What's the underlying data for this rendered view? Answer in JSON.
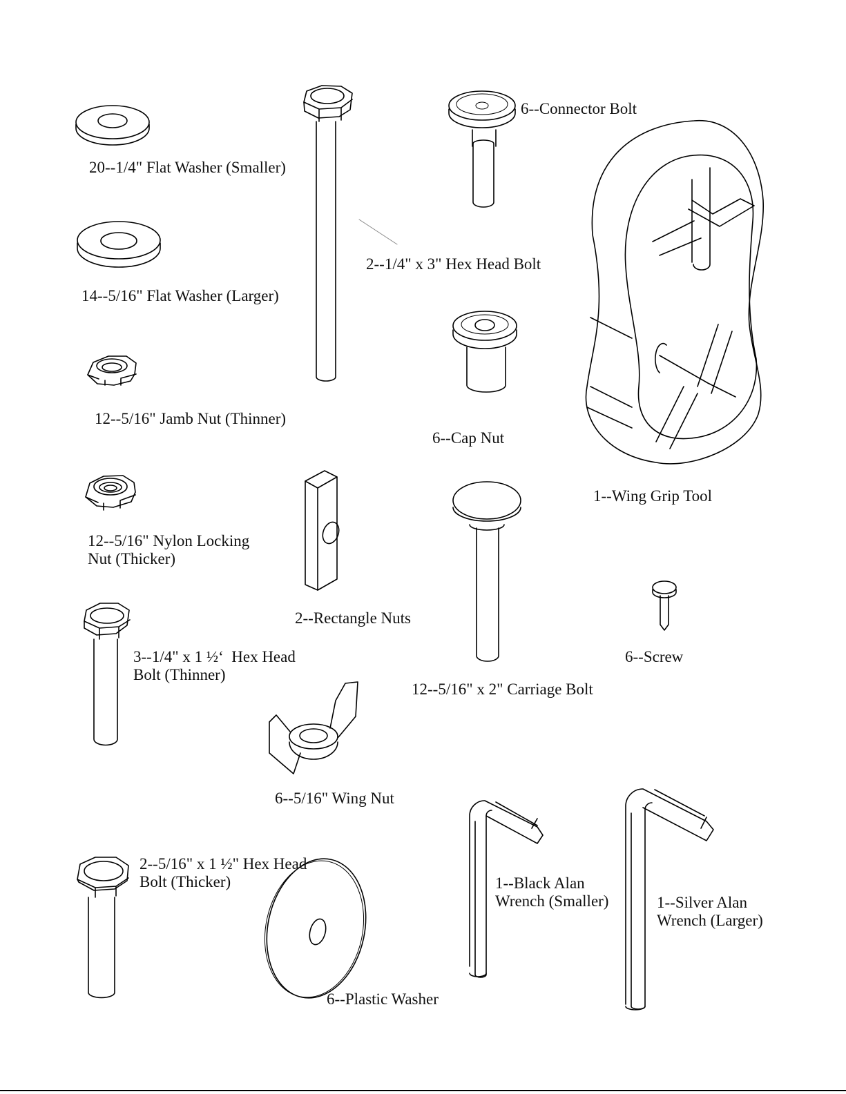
{
  "document": {
    "type": "hardware parts list",
    "parts": [
      {
        "id": "flat-washer-small",
        "qty": "20",
        "label_lines": [
          "20--1/4\" Flat Washer (Smaller)"
        ]
      },
      {
        "id": "flat-washer-large",
        "qty": "14",
        "label_lines": [
          "14--5/16\" Flat Washer (Larger)"
        ]
      },
      {
        "id": "jamb-nut",
        "qty": "12",
        "label_lines": [
          "12--5/16\" Jamb Nut (Thinner)"
        ]
      },
      {
        "id": "nylon-locking-nut",
        "qty": "12",
        "label_lines": [
          "12--5/16\" Nylon Locking",
          "Nut (Thicker)"
        ]
      },
      {
        "id": "hex-bolt-3in",
        "qty": "2",
        "label_lines": [
          "2--1/4\" x 3\" Hex Head Bolt"
        ]
      },
      {
        "id": "connector-bolt",
        "qty": "6",
        "label_lines": [
          "6--Connector Bolt"
        ]
      },
      {
        "id": "cap-nut",
        "qty": "6",
        "label_lines": [
          "6--Cap Nut"
        ]
      },
      {
        "id": "wing-grip-tool",
        "qty": "1",
        "label_lines": [
          "1--Wing Grip Tool"
        ]
      },
      {
        "id": "rectangle-nuts",
        "qty": "2",
        "label_lines": [
          "2--Rectangle Nuts"
        ]
      },
      {
        "id": "carriage-bolt",
        "qty": "12",
        "label_lines": [
          "12--5/16\" x 2\" Carriage Bolt"
        ]
      },
      {
        "id": "screw",
        "qty": "6",
        "label_lines": [
          "6--Screw"
        ]
      },
      {
        "id": "hex-bolt-thin",
        "qty": "3",
        "label_lines": [
          "3--1/4\" x 1 ½‘  Hex Head",
          "Bolt (Thinner)"
        ]
      },
      {
        "id": "wing-nut",
        "qty": "6",
        "label_lines": [
          "6--5/16\" Wing Nut"
        ]
      },
      {
        "id": "hex-bolt-thick",
        "qty": "2",
        "label_lines": [
          "2--5/16\" x 1 ½\" Hex Head",
          "Bolt (Thicker)"
        ]
      },
      {
        "id": "plastic-washer",
        "qty": "6",
        "label_lines": [
          "6--Plastic Washer"
        ]
      },
      {
        "id": "black-alan-wrench",
        "qty": "1",
        "label_lines": [
          "1--Black Alan",
          "Wrench (Smaller)"
        ]
      },
      {
        "id": "silver-alan-wrench",
        "qty": "1",
        "label_lines": [
          "1--Silver Alan",
          "Wrench (Larger)"
        ]
      }
    ]
  }
}
